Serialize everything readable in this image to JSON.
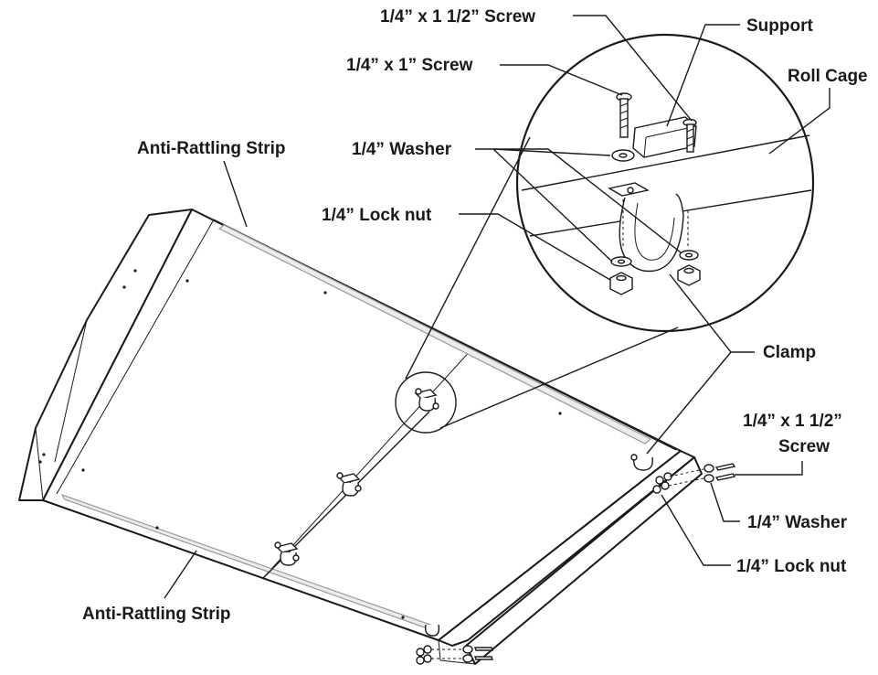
{
  "labels": {
    "screw_1_5_top": "1/4” x 1 1/2” Screw",
    "support": "Support",
    "screw_1": "1/4” x 1” Screw",
    "roll_cage": "Roll Cage",
    "anti_rattling_top": "Anti-Rattling Strip",
    "washer_top": "1/4” Washer",
    "lock_nut_top": "1/4” Lock nut",
    "clamp": "Clamp",
    "screw_1_5_right_line1": "1/4” x 1 1/2”",
    "screw_1_5_right_line2": "Screw",
    "washer_right": "1/4” Washer",
    "lock_nut_right": "1/4” Lock nut",
    "anti_rattling_bottom": "Anti-Rattling Strip"
  }
}
